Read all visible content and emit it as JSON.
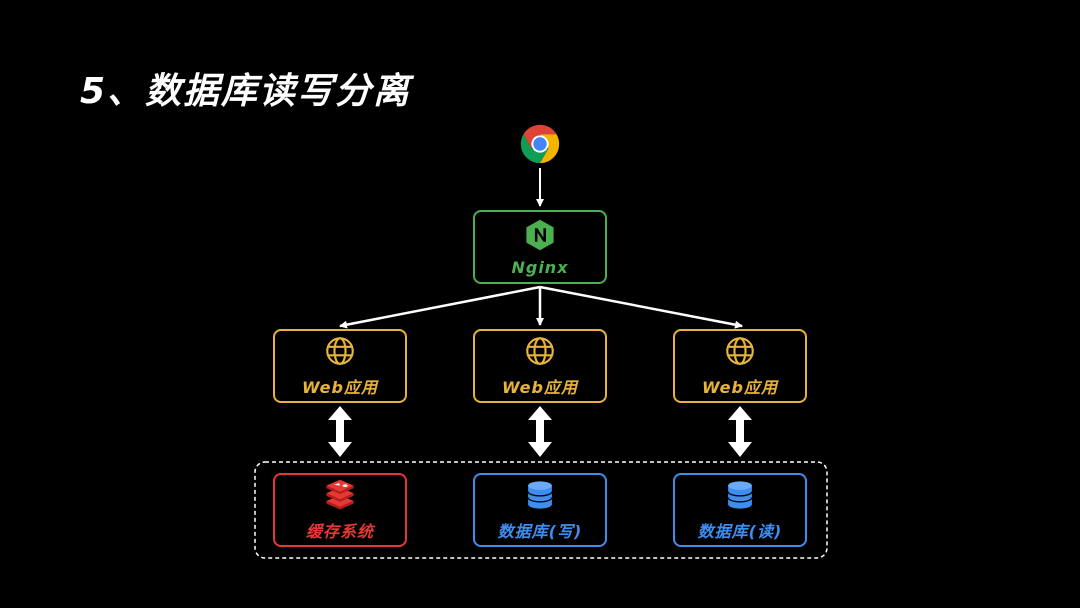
{
  "title": "5、数据库读写分离",
  "colors": {
    "background": "#000000",
    "nginx": "#4caf50",
    "web": "#e8b339",
    "cache": "#e53935",
    "database": "#3d8ef0",
    "arrow": "#ffffff"
  },
  "nodes": {
    "browser": {
      "icon": "chrome-icon"
    },
    "nginx": {
      "label": "Nginx",
      "icon": "nginx-icon"
    },
    "web_apps": [
      {
        "label": "Web应用",
        "icon": "globe-icon"
      },
      {
        "label": "Web应用",
        "icon": "globe-icon"
      },
      {
        "label": "Web应用",
        "icon": "globe-icon"
      }
    ],
    "cache": {
      "label": "缓存系统",
      "icon": "redis-icon"
    },
    "db_write": {
      "label": "数据库(写)",
      "icon": "database-icon"
    },
    "db_read": {
      "label": "数据库(读)",
      "icon": "database-icon"
    }
  },
  "edges": [
    {
      "from": "browser",
      "to": "nginx",
      "direction": "one-way"
    },
    {
      "from": "nginx",
      "to": "web_apps.0",
      "direction": "one-way"
    },
    {
      "from": "nginx",
      "to": "web_apps.1",
      "direction": "one-way"
    },
    {
      "from": "nginx",
      "to": "web_apps.2",
      "direction": "one-way"
    },
    {
      "from": "web_apps.0",
      "to": "cache",
      "direction": "two-way"
    },
    {
      "from": "web_apps.1",
      "to": "db_write",
      "direction": "two-way"
    },
    {
      "from": "web_apps.2",
      "to": "db_read",
      "direction": "two-way"
    }
  ],
  "storage_group": {
    "border": "dashed"
  }
}
